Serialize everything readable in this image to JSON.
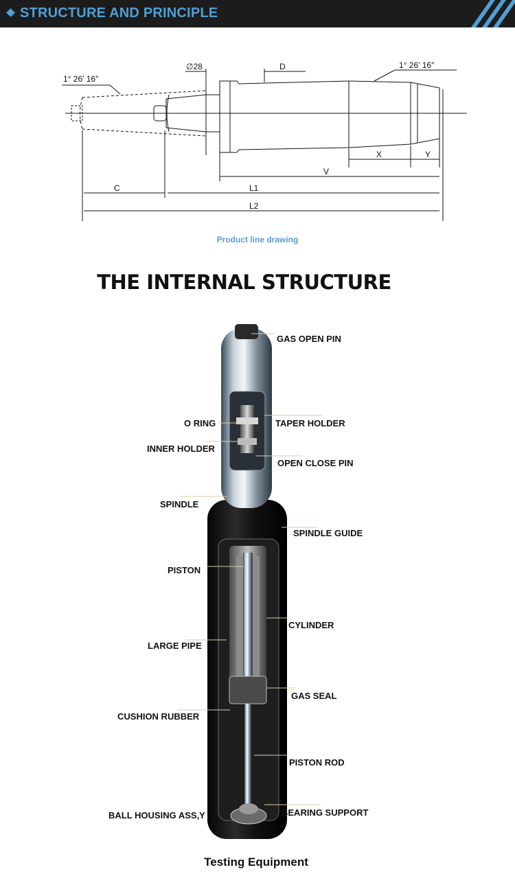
{
  "header": {
    "title": "STRUCTURE AND PRINCIPLE"
  },
  "drawing": {
    "labels": {
      "angle_left": "1°  26′  16″",
      "diameter": "∅28",
      "d": "D",
      "angle_right": "1°  26′  16″",
      "x": "X",
      "y": "Y",
      "v": "V",
      "c": "C",
      "l1": "L1",
      "l2": "L2"
    },
    "caption": "Product line drawing"
  },
  "internal": {
    "title": "THE INTERNAL STRUCTURE",
    "parts": {
      "gas_open_pin": "GAS OPEN PIN",
      "o_ring": "O RING",
      "taper_holder": "TAPER HOLDER",
      "inner_holder": "INNER HOLDER",
      "open_close_pin": "OPEN CLOSE PIN",
      "spindle": "SPINDLE",
      "spindle_guide": "SPINDLE GUIDE",
      "piston": "PISTON",
      "cylinder": "CYLINDER",
      "large_pipe": "LARGE PIPE",
      "gas_seal": "GAS SEAL",
      "cushion_rubber": "CUSHION RUBBER",
      "piston_rod": "PISTON ROD",
      "ball_housing": "BALL HOUSING ASS,Y",
      "bearing_support": "BEARING SUPPORT"
    },
    "footer": "Testing Equipment"
  },
  "colors": {
    "accent": "#4f9fd6",
    "header_bg": "#1c1c1c",
    "leader": "#e0c9a0"
  }
}
